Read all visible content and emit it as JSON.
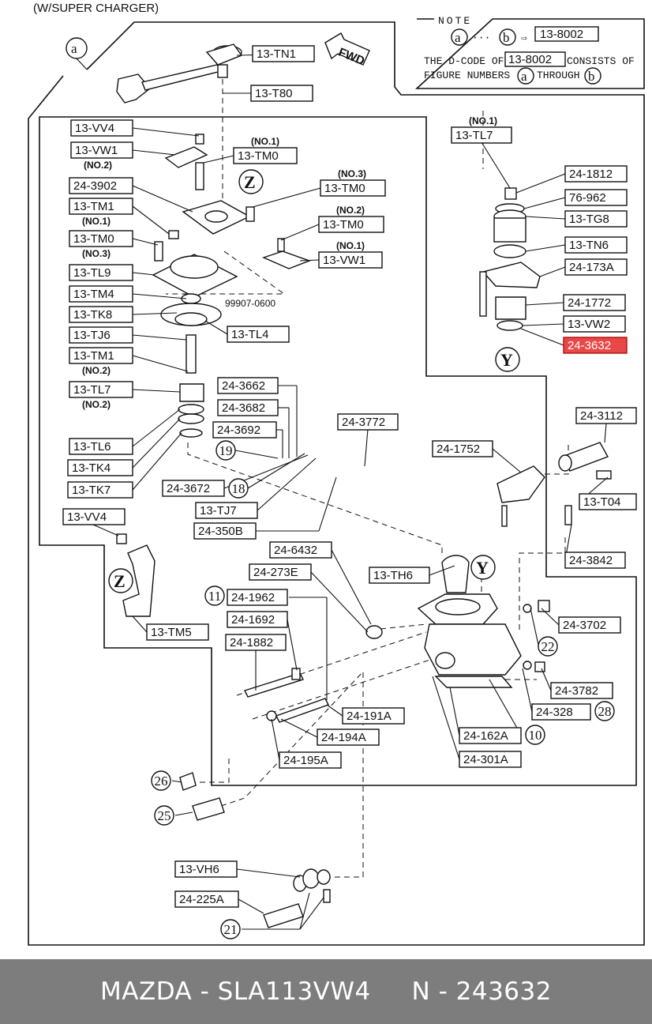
{
  "header": {
    "subtitle": "(W/SUPER CHARGER)"
  },
  "note": {
    "title": "NOTE",
    "code": "13-8002",
    "line1a": "THE D-CODE OF",
    "line1b": "CONSISTS OF",
    "line2a": "FIGURE NUMBERS",
    "line2b": "THROUGH",
    "from": "a",
    "to": "b"
  },
  "fwd": "FWD",
  "ref_letters": {
    "a": "a",
    "z1": "Z",
    "z2": "Z",
    "y1": "Y",
    "y2": "Y"
  },
  "plain_labels": {
    "p99907": "99907-0600"
  },
  "labels": [
    {
      "id": "13-TN1",
      "text": "13-TN1"
    },
    {
      "id": "13-T80",
      "text": "13-T80"
    },
    {
      "id": "13-VV4-top",
      "text": "13-VV4"
    },
    {
      "id": "13-VW1-left",
      "text": "13-VW1",
      "sub": "(NO.2)"
    },
    {
      "id": "13-TM0-no1",
      "text": "13-TM0",
      "sup": "(NO.1)"
    },
    {
      "id": "24-3902",
      "text": "24-3902"
    },
    {
      "id": "13-TM0-no3-right",
      "text": "13-TM0",
      "sup": "(NO.3)"
    },
    {
      "id": "13-TM1-top",
      "text": "13-TM1",
      "sub": "(NO.1)"
    },
    {
      "id": "13-TM0-no2-right",
      "text": "13-TM0",
      "sup": "(NO.2)"
    },
    {
      "id": "13-TM0-left",
      "text": "13-TM0",
      "sub": "(NO.3)"
    },
    {
      "id": "13-VW1-no1",
      "text": "13-VW1",
      "sup": "(NO.1)"
    },
    {
      "id": "13-TL9",
      "text": "13-TL9"
    },
    {
      "id": "13-TM4",
      "text": "13-TM4"
    },
    {
      "id": "13-TK8",
      "text": "13-TK8"
    },
    {
      "id": "13-TL4",
      "text": "13-TL4"
    },
    {
      "id": "13-TJ6",
      "text": "13-TJ6"
    },
    {
      "id": "13-TM1-no2",
      "text": "13-TM1",
      "sub": "(NO.2)"
    },
    {
      "id": "13-TL7-left",
      "text": "13-TL7",
      "sub": "(NO.2)"
    },
    {
      "id": "13-TL6",
      "text": "13-TL6"
    },
    {
      "id": "13-TK4",
      "text": "13-TK4"
    },
    {
      "id": "13-TK7",
      "text": "13-TK7"
    },
    {
      "id": "13-TL7-right",
      "text": "13-TL7",
      "sup": "(NO.1)"
    },
    {
      "id": "24-1812",
      "text": "24-1812"
    },
    {
      "id": "76-962",
      "text": "76-962"
    },
    {
      "id": "13-TG8",
      "text": "13-TG8"
    },
    {
      "id": "13-TN6",
      "text": "13-TN6"
    },
    {
      "id": "24-173A",
      "text": "24-173A"
    },
    {
      "id": "24-1772",
      "text": "24-1772"
    },
    {
      "id": "13-VW2",
      "text": "13-VW2"
    },
    {
      "id": "24-3632",
      "text": "24-3632",
      "highlight": true
    },
    {
      "id": "24-3662",
      "text": "24-3662"
    },
    {
      "id": "24-3682",
      "text": "24-3682"
    },
    {
      "id": "24-3692",
      "text": "24-3692"
    },
    {
      "id": "24-3772",
      "text": "24-3772"
    },
    {
      "id": "24-3672",
      "text": "24-3672"
    },
    {
      "id": "13-TJ7",
      "text": "13-TJ7"
    },
    {
      "id": "24-350B",
      "text": "24-350B"
    },
    {
      "id": "24-1752",
      "text": "24-1752"
    },
    {
      "id": "24-3112",
      "text": "24-3112"
    },
    {
      "id": "13-T04",
      "text": "13-T04"
    },
    {
      "id": "13-VV4-mid",
      "text": "13-VV4"
    },
    {
      "id": "24-3842",
      "text": "24-3842"
    },
    {
      "id": "24-6432",
      "text": "24-6432"
    },
    {
      "id": "24-273E",
      "text": "24-273E"
    },
    {
      "id": "13-TH6",
      "text": "13-TH6"
    },
    {
      "id": "24-1962",
      "text": "24-1962"
    },
    {
      "id": "13-TM5",
      "text": "13-TM5"
    },
    {
      "id": "24-1692",
      "text": "24-1692"
    },
    {
      "id": "24-1882",
      "text": "24-1882"
    },
    {
      "id": "24-3702",
      "text": "24-3702"
    },
    {
      "id": "24-3782",
      "text": "24-3782"
    },
    {
      "id": "24-328",
      "text": "24-328"
    },
    {
      "id": "24-191A",
      "text": "24-191A"
    },
    {
      "id": "24-194A",
      "text": "24-194A"
    },
    {
      "id": "24-162A",
      "text": "24-162A"
    },
    {
      "id": "24-195A",
      "text": "24-195A"
    },
    {
      "id": "24-301A",
      "text": "24-301A"
    },
    {
      "id": "13-VH6",
      "text": "13-VH6"
    },
    {
      "id": "24-225A",
      "text": "24-225A"
    }
  ],
  "callouts": [
    {
      "id": "c19",
      "text": "19"
    },
    {
      "id": "c18",
      "text": "18"
    },
    {
      "id": "c11",
      "text": "11"
    },
    {
      "id": "c22",
      "text": "22"
    },
    {
      "id": "c28",
      "text": "28"
    },
    {
      "id": "c10",
      "text": "10"
    },
    {
      "id": "c26",
      "text": "26"
    },
    {
      "id": "c25",
      "text": "25"
    },
    {
      "id": "c21",
      "text": "21"
    }
  ],
  "footer": {
    "text": "MAZDA - SLA113VW4     N - 243632"
  },
  "colors": {
    "highlight": "#e94848",
    "footer_bg": "#7d7d7d"
  }
}
